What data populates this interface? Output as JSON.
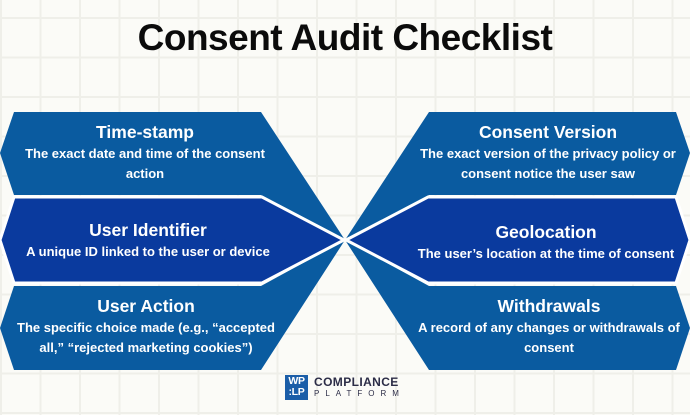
{
  "title": "Consent Audit Checklist",
  "colors": {
    "band_light": "#0a5ba0",
    "band_dark": "#0a3a9e",
    "separator": "#ffffff",
    "background": "#fbfbf7",
    "grid": "#efefe9",
    "title": "#0b0b0b",
    "logo_mark": "#1b5ea8",
    "logo_text": "#2c2d47"
  },
  "left": [
    {
      "heading": "Time-stamp",
      "description": "The exact date and time of the consent action"
    },
    {
      "heading": "User Identifier",
      "description": "A unique ID linked to the user or device"
    },
    {
      "heading": "User Action",
      "description": "The specific choice made (e.g., “accepted all,” “rejected marketing cookies”)"
    }
  ],
  "right": [
    {
      "heading": "Consent Version",
      "description": "The exact version of the privacy policy or consent notice the user saw"
    },
    {
      "heading": "Geolocation",
      "description": "The user’s location at the time of consent"
    },
    {
      "heading": "Withdrawals",
      "description": "A record of any changes or withdrawals of consent"
    }
  ],
  "logo": {
    "mark_line1": "WP",
    "mark_line2": ":LP",
    "word1": "COMPLIANCE",
    "word2": "PLATFORM"
  }
}
